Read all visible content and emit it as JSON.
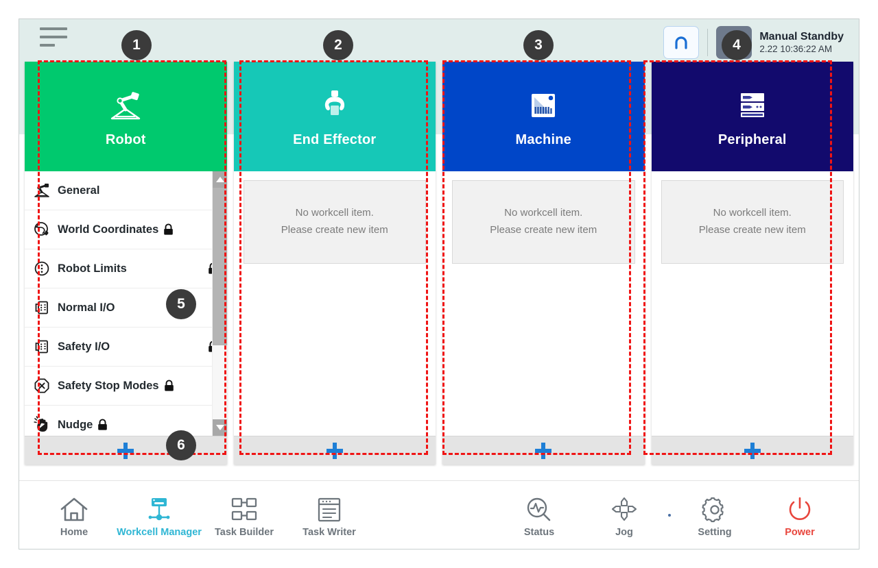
{
  "header": {
    "menu_icon": "hamburger-icon",
    "refresh_icon": "robot-reset-icon",
    "mode_icon": "manual-hand-icon",
    "status_title": "Manual Standby",
    "status_time": "2.22 10:36:22 AM"
  },
  "columns": [
    {
      "id": "robot",
      "label": "Robot",
      "icon": "robot-arm-icon",
      "color": "#00c96e",
      "type": "list",
      "add_label": "+",
      "items": [
        {
          "label": "General",
          "icon": "robot-arm-icon",
          "locked": false,
          "lock_inline": false
        },
        {
          "label": "World Coordinates",
          "icon": "globe-coord-icon",
          "locked": true,
          "lock_inline": true
        },
        {
          "label": "Robot Limits",
          "icon": "limits-circle-icon",
          "locked": true,
          "lock_inline": false
        },
        {
          "label": "Normal I/O",
          "icon": "io-port-icon",
          "locked": false,
          "lock_inline": false
        },
        {
          "label": "Safety I/O",
          "icon": "io-port-icon",
          "locked": true,
          "lock_inline": false
        },
        {
          "label": "Safety Stop Modes",
          "icon": "stop-octagon-icon",
          "locked": true,
          "lock_inline": true
        },
        {
          "label": "Nudge",
          "icon": "hand-nudge-icon",
          "locked": true,
          "lock_inline": true
        }
      ]
    },
    {
      "id": "end-effector",
      "label": "End Effector",
      "icon": "gripper-icon",
      "color": "#16c8b7",
      "type": "empty",
      "add_label": "+",
      "empty_line1": "No workcell item.",
      "empty_line2": "Please create new item"
    },
    {
      "id": "machine",
      "label": "Machine",
      "icon": "machine-icon",
      "color": "#0046c8",
      "type": "empty",
      "add_label": "+",
      "empty_line1": "No workcell item.",
      "empty_line2": "Please create new item"
    },
    {
      "id": "peripheral",
      "label": "Peripheral",
      "icon": "peripheral-rack-icon",
      "color": "#120a6d",
      "type": "empty",
      "add_label": "+",
      "empty_line1": "No workcell item.",
      "empty_line2": "Please create new item"
    }
  ],
  "nav": {
    "left": [
      {
        "label": "Home",
        "icon": "home-icon",
        "active": false
      },
      {
        "label": "Workcell Manager",
        "icon": "workcell-icon",
        "active": true
      },
      {
        "label": "Task Builder",
        "icon": "blocks-icon",
        "active": false
      },
      {
        "label": "Task Writer",
        "icon": "document-icon",
        "active": false
      }
    ],
    "right": [
      {
        "label": "Status",
        "icon": "status-magnifier-icon",
        "active": false
      },
      {
        "label": "Jog",
        "icon": "jog-dpad-icon",
        "active": false
      },
      {
        "label": "Setting",
        "icon": "gear-icon",
        "active": false
      },
      {
        "label": "Power",
        "icon": "power-icon",
        "active": false
      }
    ]
  },
  "annotations": [
    {
      "number": "1"
    },
    {
      "number": "2"
    },
    {
      "number": "3"
    },
    {
      "number": "4"
    },
    {
      "number": "5"
    },
    {
      "number": "6"
    }
  ]
}
